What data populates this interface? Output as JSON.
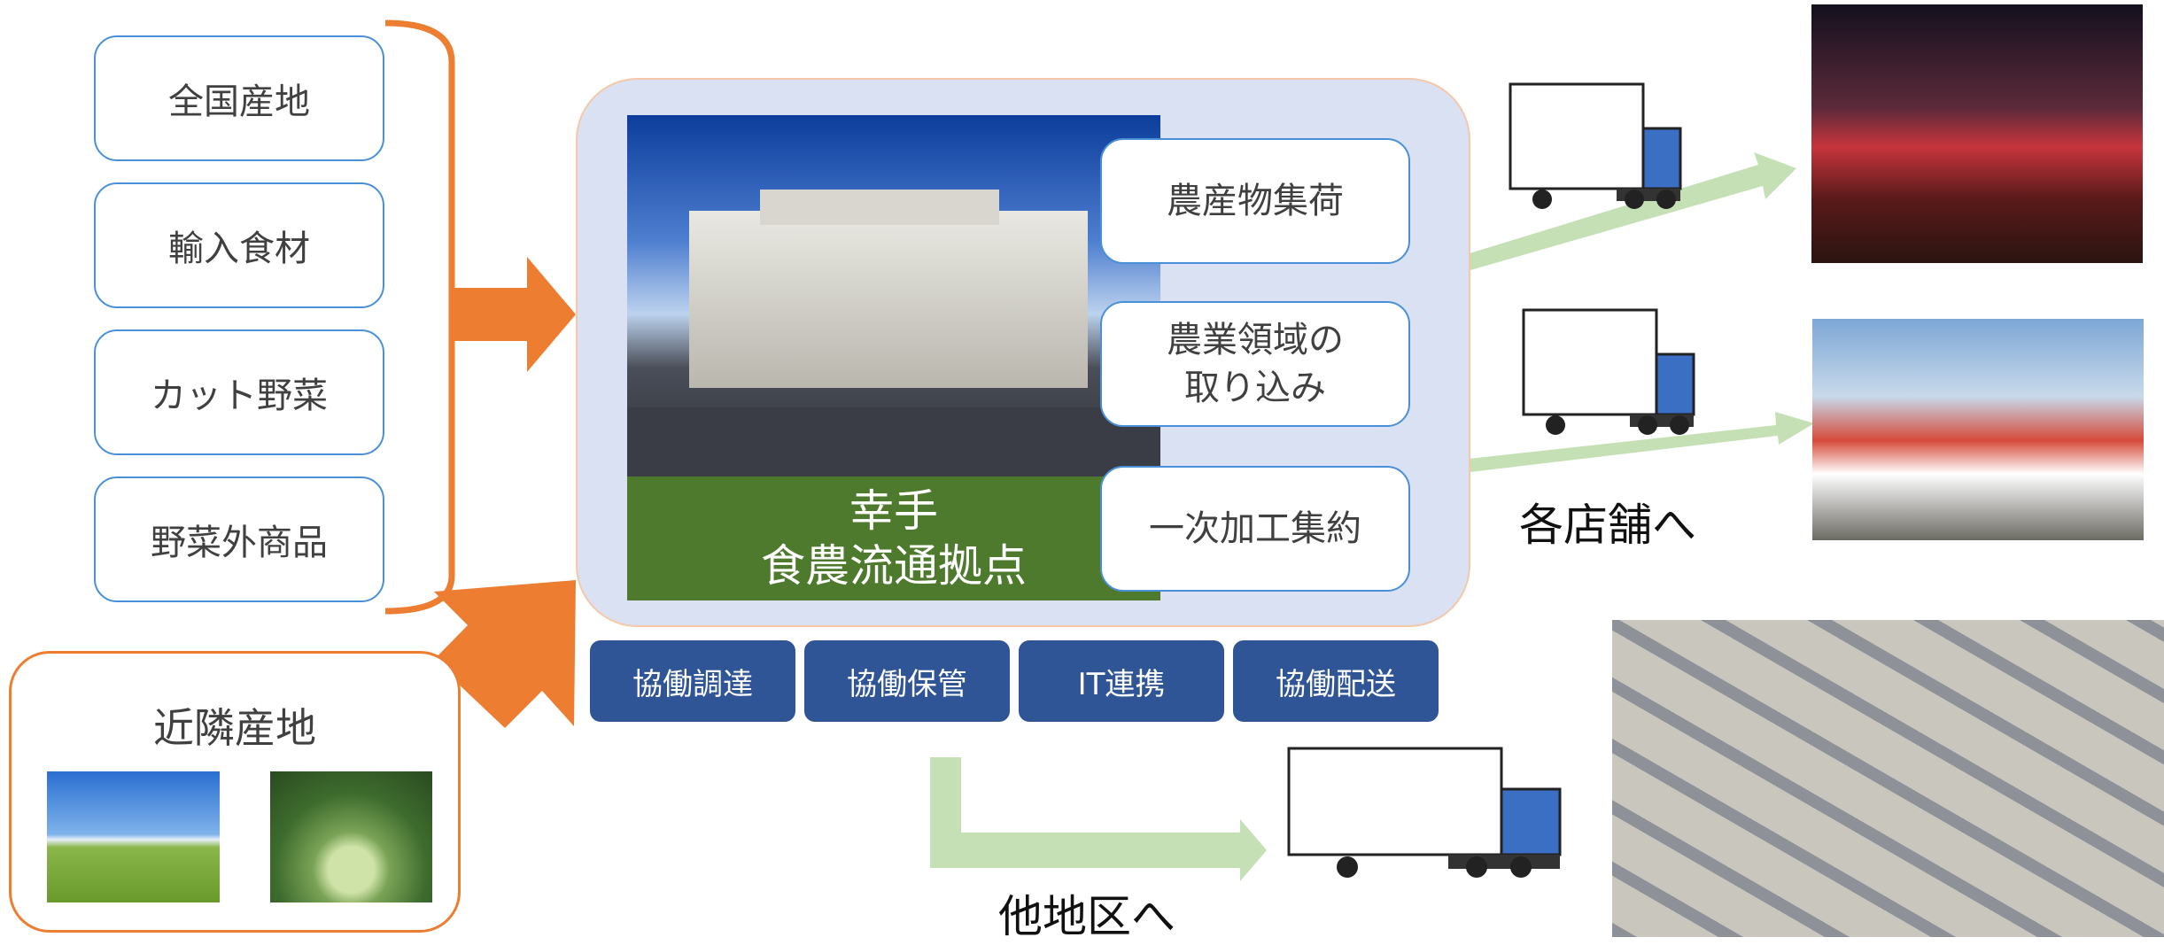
{
  "sources": [
    "全国産地",
    "輸入食材",
    "カット野菜",
    "野菜外商品"
  ],
  "nearby": {
    "label": "近隣産地"
  },
  "hub": {
    "title_line1": "幸手",
    "title_line2": "食農流通拠点"
  },
  "functions": [
    "農産物集荷",
    "農業領域の\n取り込み",
    "一次加工集約"
  ],
  "buttons": [
    "協働調達",
    "協働保管",
    "IT連携",
    "協働配送"
  ],
  "destinations": {
    "stores": "各店舗へ",
    "other_region": "他地区へ"
  },
  "colors": {
    "orange": "#ed7d31",
    "green_arrow": "#c5e0b4",
    "button_blue": "#2f5597",
    "hub_fill": "#d9e1f2",
    "title_green": "#4e7a2e"
  }
}
